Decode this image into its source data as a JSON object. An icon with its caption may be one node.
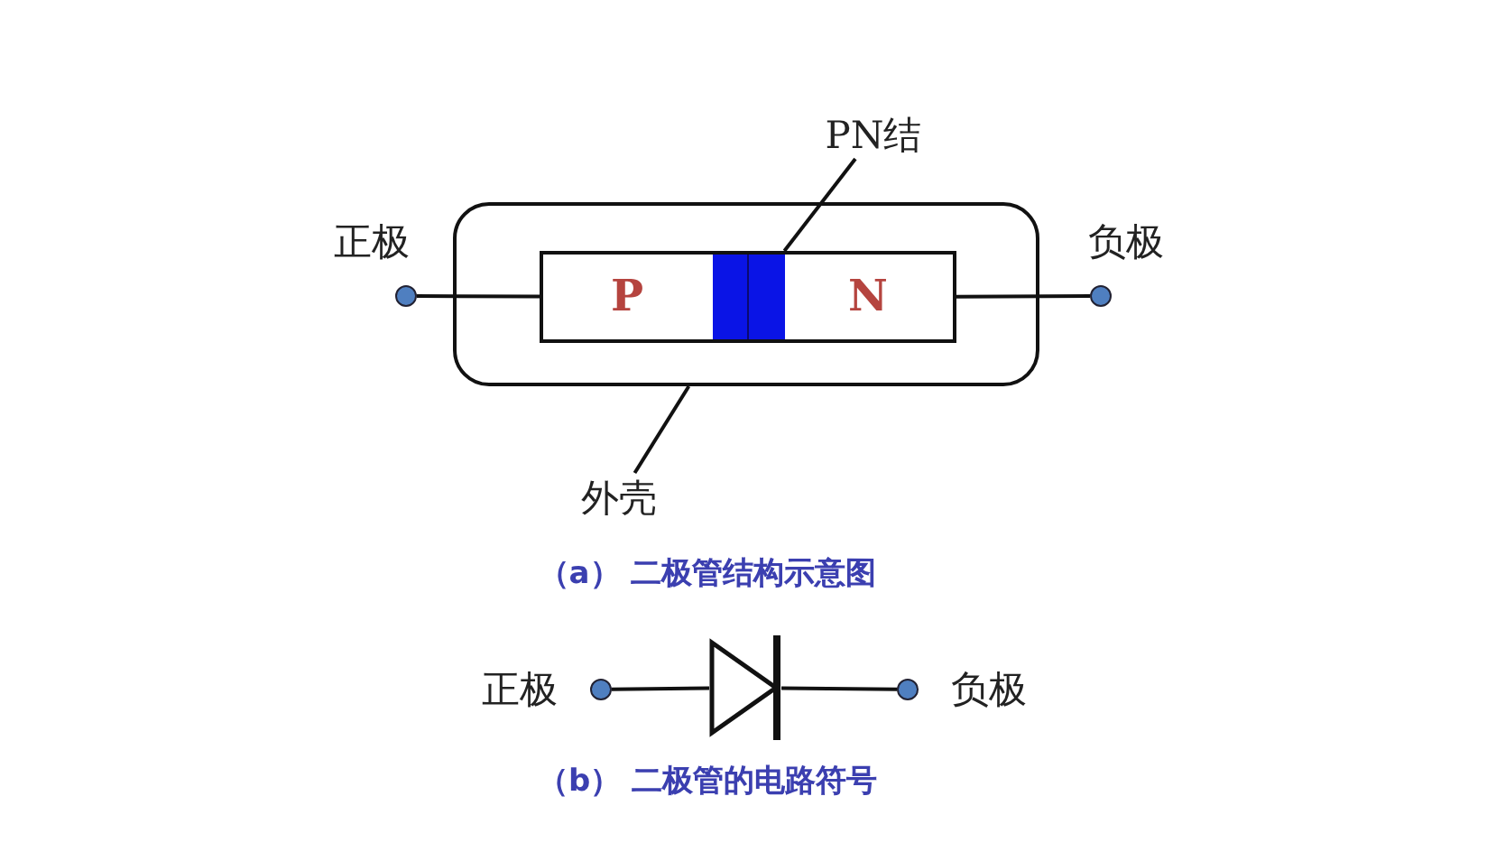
{
  "diagram": {
    "nodes": [
      {
        "text": [
          "PN结"
        ]
      },
      {
        "text": [],
        "shape": "box"
      },
      {
        "text": [
          "P"
        ],
        "in": 1
      },
      {
        "text": [],
        "shape": "bar",
        "in": 1
      },
      {
        "text": [
          "N"
        ],
        "in": 1
      },
      {
        "text": [],
        "shape": "circle",
        "beside": [
          "正极"
        ]
      },
      {
        "text": [],
        "shape": "circle",
        "beside": [
          "负极"
        ]
      },
      {
        "text": [
          "外壳"
        ]
      },
      {
        "text": [],
        "shape": "circle",
        "beside": [
          "正极"
        ]
      },
      {
        "text": [],
        "shape": "diode"
      },
      {
        "text": [],
        "shape": "circle",
        "beside": [
          "负极"
        ]
      }
    ],
    "edges": [
      {
        "from": 0,
        "to": 3,
        "arrow": "none"
      },
      {
        "from": 5,
        "to": 2,
        "arrow": "none"
      },
      {
        "from": 4,
        "to": 6,
        "arrow": "none"
      },
      {
        "from": 7,
        "to": 1,
        "arrow": "none"
      },
      {
        "from": 8,
        "to": 9,
        "arrow": "none"
      },
      {
        "from": 9,
        "to": 10,
        "arrow": "none"
      }
    ],
    "labels": [
      "（a） 二极管结构示意图",
      "（b） 二极管的电路符号"
    ]
  }
}
